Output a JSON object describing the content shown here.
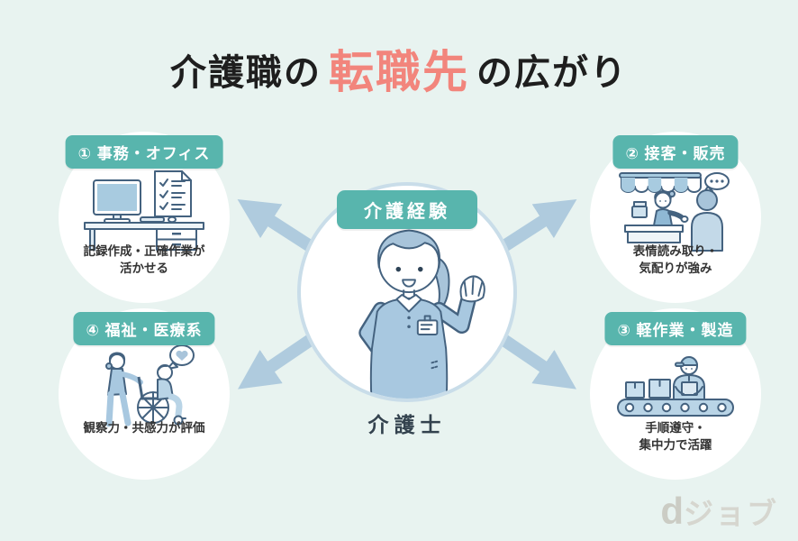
{
  "title": {
    "prefix": "介護職の",
    "highlight": "転職先",
    "suffix": "の広がり"
  },
  "center": {
    "badge": "介護経験",
    "label": "介護士",
    "illustration": "caregiver-woman-icon"
  },
  "cards": [
    {
      "id": "office",
      "position": "top-left",
      "badge": "① 事務・オフィス",
      "caption_line1": "記録作成・正確作業が",
      "caption_line2": "活かせる",
      "icon": "desk-computer-icon"
    },
    {
      "id": "retail",
      "position": "top-right",
      "badge": "② 接客・販売",
      "caption_line1": "表情読み取り・",
      "caption_line2": "気配りが強み",
      "icon": "shop-counter-icon"
    },
    {
      "id": "factory",
      "position": "bottom-right",
      "badge": "③ 軽作業・製造",
      "caption_line1": "手順遵守・",
      "caption_line2": "集中力で活躍",
      "icon": "conveyor-worker-icon"
    },
    {
      "id": "welfare",
      "position": "bottom-left",
      "badge": "④ 福祉・医療系",
      "caption_line1": "観察力・共感力が評価",
      "caption_line2": "",
      "icon": "wheelchair-care-icon"
    }
  ],
  "logo": {
    "d": "d",
    "text": "ジョブ"
  },
  "colors": {
    "bg": "#e8f3f0",
    "teal": "#58b5ad",
    "title": "#1e1e1e",
    "hl": "#f2857c",
    "arrow": "#afcbde",
    "ring": "#c9dde9",
    "ink": "#44627f",
    "fill-mid": "#a8c8e0",
    "fill-soft": "#cfe2ee",
    "caption": "#333333",
    "label": "#33424e",
    "logo": "#d6d6cf"
  }
}
